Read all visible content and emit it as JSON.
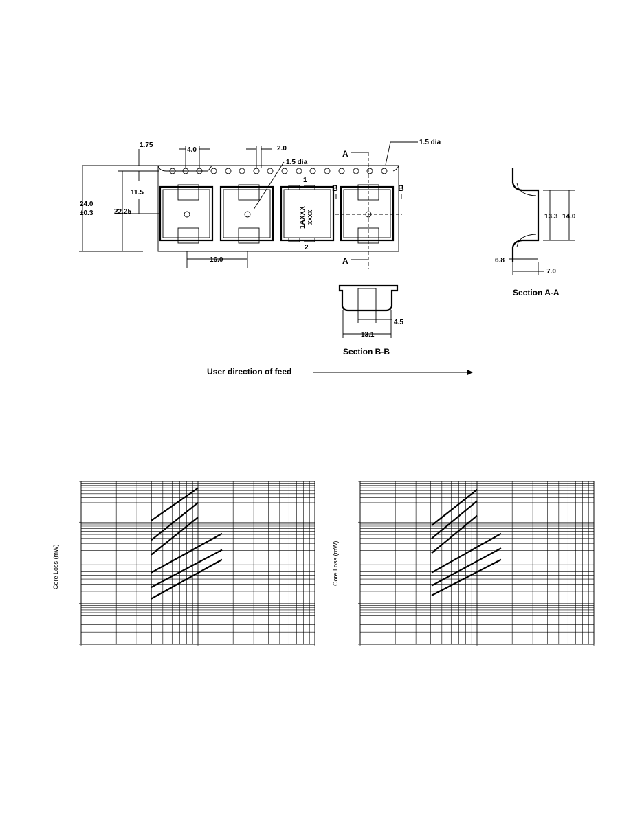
{
  "tape_drawing": {
    "dims": {
      "d_1_75": "1.75",
      "d_4_0": "4.0",
      "d_2_0": "2.0",
      "hole_dia_top": "1.5 dia",
      "hole_dia_mid": "1.5 dia",
      "d_11_5": "11.5",
      "d_24_0": "24.0",
      "d_tol": "±0.3",
      "d_22_25": "22.25",
      "d_16_0": "16.0",
      "section_a_top": "A",
      "section_a_bottom": "A",
      "section_b_left": "B",
      "section_b_right": "B",
      "part_marking": "1AXXX",
      "part_marking_2": "XXXX",
      "pin_1": "1",
      "pin_2": "2"
    },
    "section_aa": {
      "title": "Section A-A",
      "d_13_3": "13.3",
      "d_14_0": "14.0",
      "d_6_8": "6.8",
      "d_7_0": "7.0"
    },
    "section_bb": {
      "title": "Section B-B",
      "d_4_5": "4.5",
      "d_13_1": "13.1"
    },
    "feed_label": "User direction of feed"
  },
  "chart_data": [
    {
      "type": "line",
      "ylabel": "Core Loss (mW)",
      "xscale": "log",
      "yscale": "log",
      "grid": true,
      "series": [
        {
          "values": [
            [
              0,
              0.76
            ],
            [
              1,
              0.96
            ]
          ]
        },
        {
          "values": [
            [
              0,
              0.64
            ],
            [
              1,
              0.87
            ]
          ]
        },
        {
          "values": [
            [
              0,
              0.55
            ],
            [
              1,
              0.78
            ]
          ]
        },
        {
          "values": [
            [
              0,
              0.44
            ],
            [
              1,
              0.68
            ]
          ]
        },
        {
          "values": [
            [
              0,
              0.35
            ],
            [
              1,
              0.58
            ]
          ]
        },
        {
          "values": [
            [
              0,
              0.28
            ],
            [
              1,
              0.52
            ]
          ]
        }
      ]
    },
    {
      "type": "line",
      "ylabel": "Core Loss (mW)",
      "xscale": "log",
      "yscale": "log",
      "grid": true,
      "series": [
        {
          "values": [
            [
              0,
              0.73
            ],
            [
              1,
              0.95
            ]
          ]
        },
        {
          "values": [
            [
              0,
              0.65
            ],
            [
              1,
              0.88
            ]
          ]
        },
        {
          "values": [
            [
              0,
              0.56
            ],
            [
              1,
              0.79
            ]
          ]
        },
        {
          "values": [
            [
              0,
              0.44
            ],
            [
              1,
              0.68
            ]
          ]
        },
        {
          "values": [
            [
              0,
              0.36
            ],
            [
              1,
              0.59
            ]
          ]
        },
        {
          "values": [
            [
              0,
              0.3
            ],
            [
              1,
              0.52
            ]
          ]
        }
      ]
    }
  ]
}
